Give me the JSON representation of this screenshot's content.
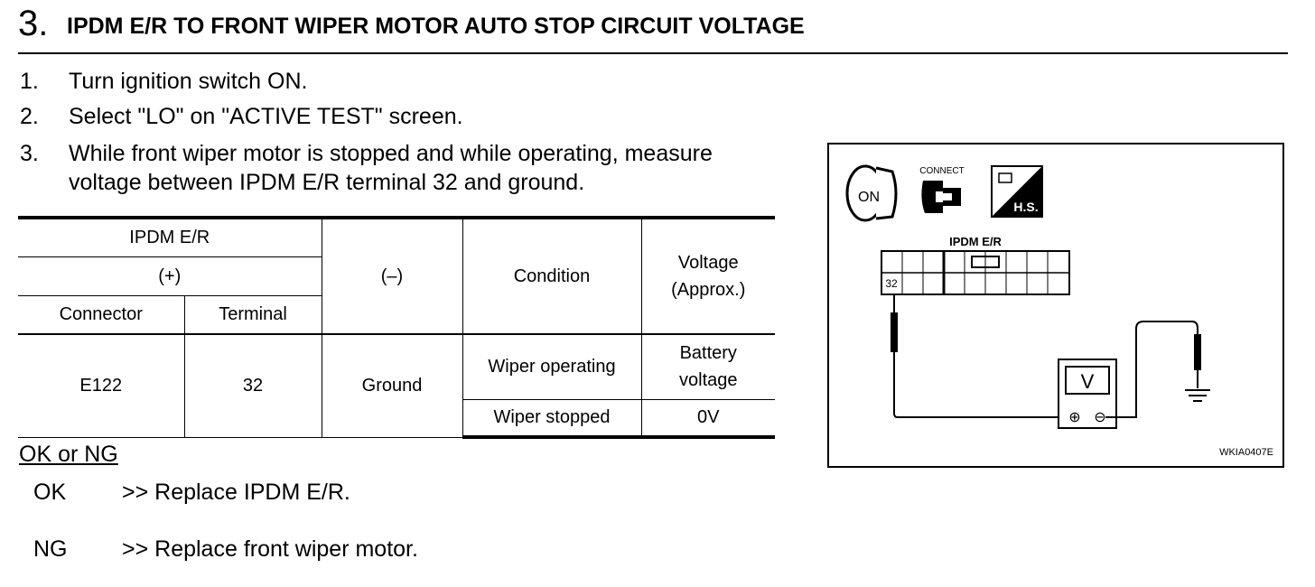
{
  "header": {
    "step_number": "3.",
    "title": "IPDM E/R TO FRONT WIPER MOTOR AUTO STOP CIRCUIT VOLTAGE"
  },
  "instructions": [
    {
      "num": "1.",
      "lines": [
        "Turn ignition switch ON."
      ]
    },
    {
      "num": "2.",
      "lines": [
        "Select \"LO\" on \"ACTIVE TEST\" screen."
      ]
    },
    {
      "num": "3.",
      "lines": [
        "While front wiper motor is stopped and while operating, measure",
        "voltage between IPDM E/R terminal 32 and ground."
      ]
    }
  ],
  "table": {
    "header": {
      "ipdm": "IPDM E/R",
      "plus": "(+)",
      "connector": "Connector",
      "terminal": "Terminal",
      "minus": "(–)",
      "condition": "Condition",
      "voltage": [
        "Voltage",
        "(Approx.)"
      ]
    },
    "row": {
      "connector": "E122",
      "terminal": "32",
      "minus": "Ground",
      "conditions": [
        {
          "condition": "Wiper operating",
          "voltage": [
            "Battery",
            "voltage"
          ]
        },
        {
          "condition": "Wiper stopped",
          "voltage": [
            "0V"
          ]
        }
      ]
    }
  },
  "result": {
    "heading": "OK or NG",
    "items": [
      {
        "key": "OK",
        "text": ">> Replace  IPDM  E/R."
      },
      {
        "key": "NG",
        "text": ">> Replace front wiper motor."
      }
    ]
  },
  "figure": {
    "key_label": "ON",
    "connect_label": "CONNECT",
    "hs_label": "H.S.",
    "connector_label": "IPDM E/R",
    "terminal_label": "32",
    "meter_label": "V",
    "meter_plus": "⊕",
    "meter_minus": "⊖",
    "code": "WKIA0407E",
    "icons": [
      "ignition-key-icon",
      "connector-connect-icon",
      "harness-side-icon",
      "voltmeter-icon",
      "ground-icon"
    ]
  }
}
